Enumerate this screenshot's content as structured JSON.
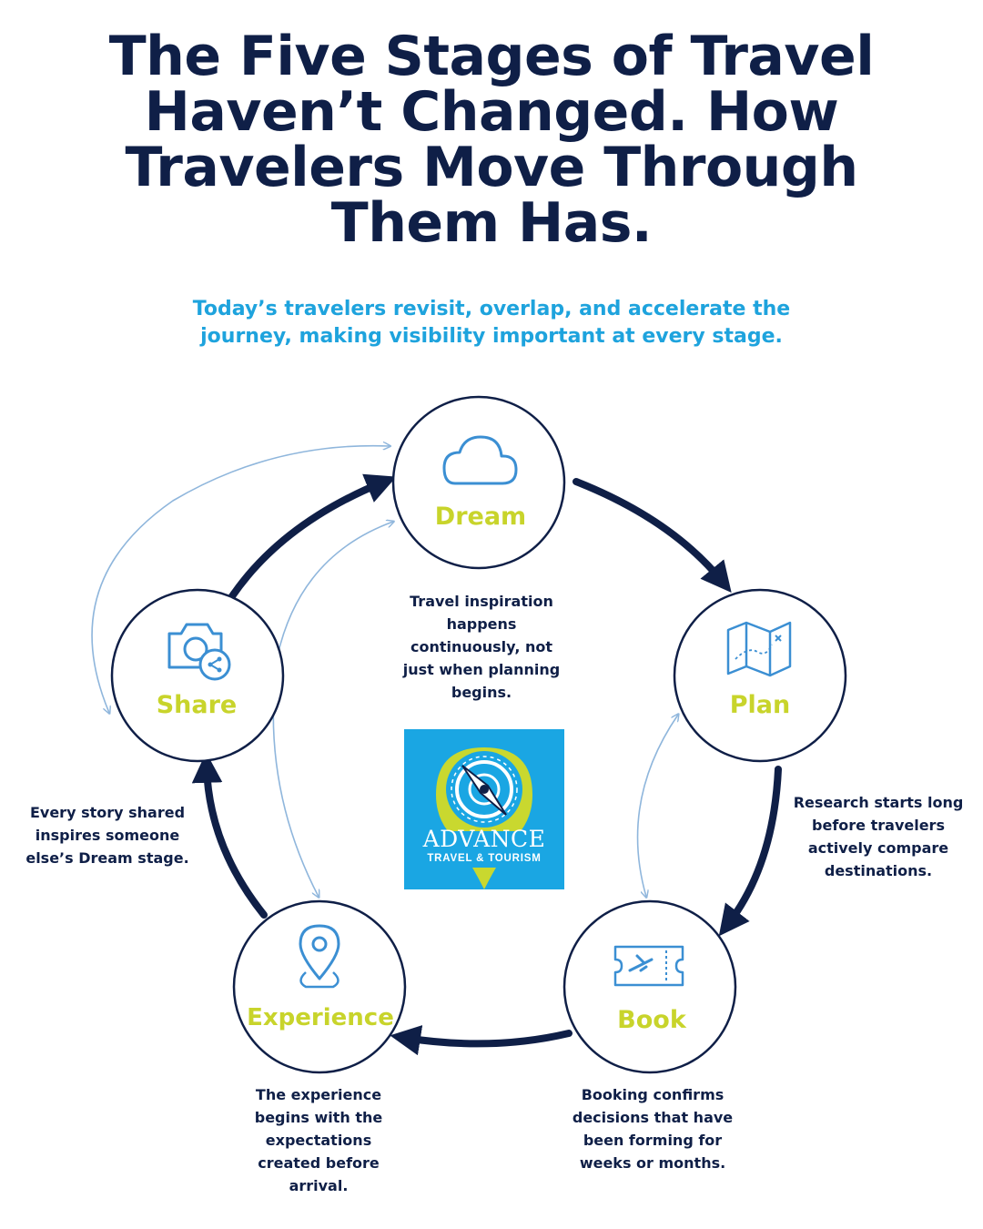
{
  "title": "The Five Stages of Travel\nHaven’t Changed. How\nTravelers Move Through\nThem Has.",
  "subtitle": "Today’s travelers revisit, overlap, and accelerate the\njourney, making visibility important at every stage.",
  "stages": {
    "dream": {
      "label": "Dream",
      "icon": "cloud-icon"
    },
    "plan": {
      "label": "Plan",
      "icon": "map-icon"
    },
    "book": {
      "label": "Book",
      "icon": "ticket-icon"
    },
    "experience": {
      "label": "Experience",
      "icon": "location-pin-icon"
    },
    "share": {
      "label": "Share",
      "icon": "camera-share-icon"
    }
  },
  "descriptions": {
    "dream": "Travel inspiration\nhappens\ncontinuously, not\njust when planning\nbegins.",
    "plan": "Research starts long\nbefore travelers\nactively compare\ndestinations.",
    "book": "Booking confirms\ndecisions that have\nbeen forming for\nweeks or months.",
    "experience": "The experience\nbegins with the\nexpectations\ncreated before\narrival.",
    "share": "Every story shared\ninspires someone\nelse’s Dream stage."
  },
  "logo": {
    "word": "ADVANCE",
    "sub": "TRAVEL & TOURISM"
  },
  "colors": {
    "navy": "#0f1f47",
    "accent_blue": "#1ea3dd",
    "stage_yellow": "#c8d42b",
    "icon_blue": "#3b8fd3",
    "thin_arrow": "#8fb6dc"
  }
}
